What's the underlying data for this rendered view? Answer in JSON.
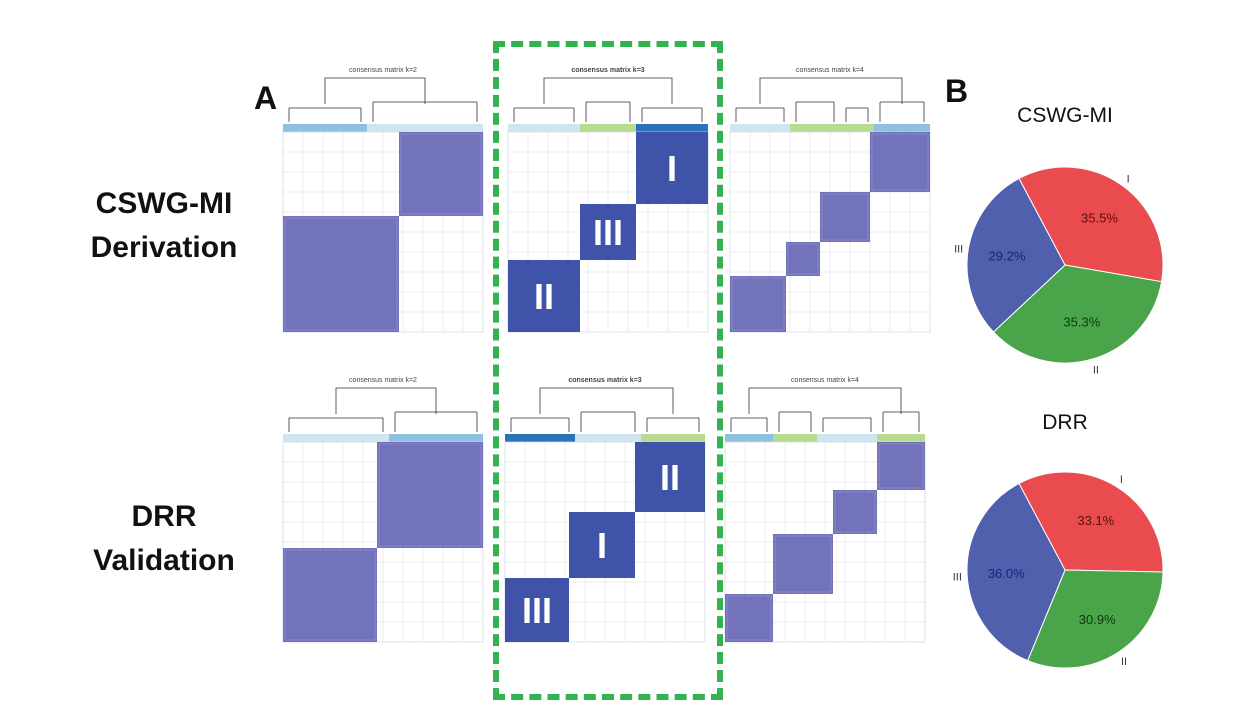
{
  "panels": {
    "a": "A",
    "b": "B"
  },
  "rows": {
    "top_line1": "CSWG-MI",
    "top_line2": "Derivation",
    "bottom_line1": "DRR",
    "bottom_line2": "Validation"
  },
  "colors": {
    "block": "#5a5ab0",
    "block_strong": "#3f54a8",
    "highlight": "#33b34f",
    "cluster_I": "#e94b4e",
    "cluster_II": "#4aa44a",
    "cluster_III": "#5160ad",
    "bar_light": "#cfe6f2",
    "bar_mid": "#8fc0e0",
    "bar_dark": "#2a73b8",
    "bar_green": "#b7dc8f"
  },
  "chart_data": [
    {
      "type": "heatmap",
      "id": "cswg-k2",
      "title": "consensus matrix k=2",
      "blocks": [
        {
          "start": 0.0,
          "end": 0.42
        },
        {
          "start": 0.42,
          "end": 1.0
        }
      ],
      "order": "top-right-first",
      "labels": []
    },
    {
      "type": "heatmap",
      "id": "cswg-k3",
      "title": "consensus matrix k=3",
      "blocks": [
        {
          "start": 0.0,
          "end": 0.36
        },
        {
          "start": 0.36,
          "end": 0.64
        },
        {
          "start": 0.64,
          "end": 1.0
        }
      ],
      "order": "top-right-first",
      "labels": [
        "I",
        "III",
        "II"
      ]
    },
    {
      "type": "heatmap",
      "id": "cswg-k4",
      "title": "consensus matrix k=4",
      "blocks": [
        {
          "start": 0.0,
          "end": 0.3
        },
        {
          "start": 0.3,
          "end": 0.55
        },
        {
          "start": 0.55,
          "end": 0.72
        },
        {
          "start": 0.72,
          "end": 1.0
        }
      ],
      "order": "top-right-first",
      "labels": []
    },
    {
      "type": "heatmap",
      "id": "drr-k2",
      "title": "consensus matrix k=2",
      "blocks": [
        {
          "start": 0.0,
          "end": 0.53
        },
        {
          "start": 0.53,
          "end": 1.0
        }
      ],
      "order": "top-right-first",
      "labels": []
    },
    {
      "type": "heatmap",
      "id": "drr-k3",
      "title": "consensus matrix k=3",
      "blocks": [
        {
          "start": 0.0,
          "end": 0.35
        },
        {
          "start": 0.35,
          "end": 0.68
        },
        {
          "start": 0.68,
          "end": 1.0
        }
      ],
      "order": "top-right-first",
      "labels": [
        "II",
        "I",
        "III"
      ]
    },
    {
      "type": "heatmap",
      "id": "drr-k4",
      "title": "consensus matrix k=4",
      "blocks": [
        {
          "start": 0.0,
          "end": 0.24
        },
        {
          "start": 0.24,
          "end": 0.46
        },
        {
          "start": 0.46,
          "end": 0.76
        },
        {
          "start": 0.76,
          "end": 1.0
        }
      ],
      "order": "top-right-first",
      "labels": []
    },
    {
      "type": "pie",
      "id": "pie-cswg",
      "title": "CSWG-MI",
      "slices": [
        {
          "label": "I",
          "value": 35.5,
          "pct": "35.5%"
        },
        {
          "label": "II",
          "value": 35.3,
          "pct": "35.3%"
        },
        {
          "label": "III",
          "value": 29.2,
          "pct": "29.2%"
        }
      ]
    },
    {
      "type": "pie",
      "id": "pie-drr",
      "title": "DRR",
      "slices": [
        {
          "label": "I",
          "value": 33.1,
          "pct": "33.1%"
        },
        {
          "label": "II",
          "value": 30.9,
          "pct": "30.9%"
        },
        {
          "label": "III",
          "value": 36.0,
          "pct": "36.0%"
        }
      ]
    }
  ]
}
